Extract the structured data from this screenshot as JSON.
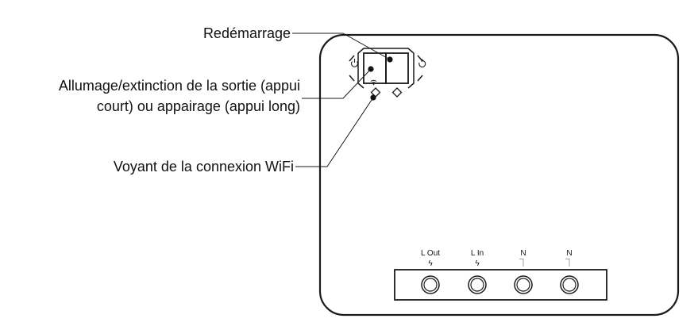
{
  "callouts": {
    "restart": "Redémarrage",
    "power_line1": "Allumage/extinction de la sortie (appui",
    "power_line2": "court) ou appairage (appui long)",
    "wifi": "Voyant de la connexion WiFi"
  },
  "terminals": [
    {
      "label": "L Out",
      "symbol": "ϟ"
    },
    {
      "label": "L In",
      "symbol": "ϟ"
    },
    {
      "label": "N",
      "symbol": "⏋"
    },
    {
      "label": "N",
      "symbol": "⏋"
    }
  ],
  "icons": {
    "power": "power-icon",
    "restart": "restart-icon",
    "wifi": "wifi-icon",
    "led": "diamond-led-icon"
  }
}
